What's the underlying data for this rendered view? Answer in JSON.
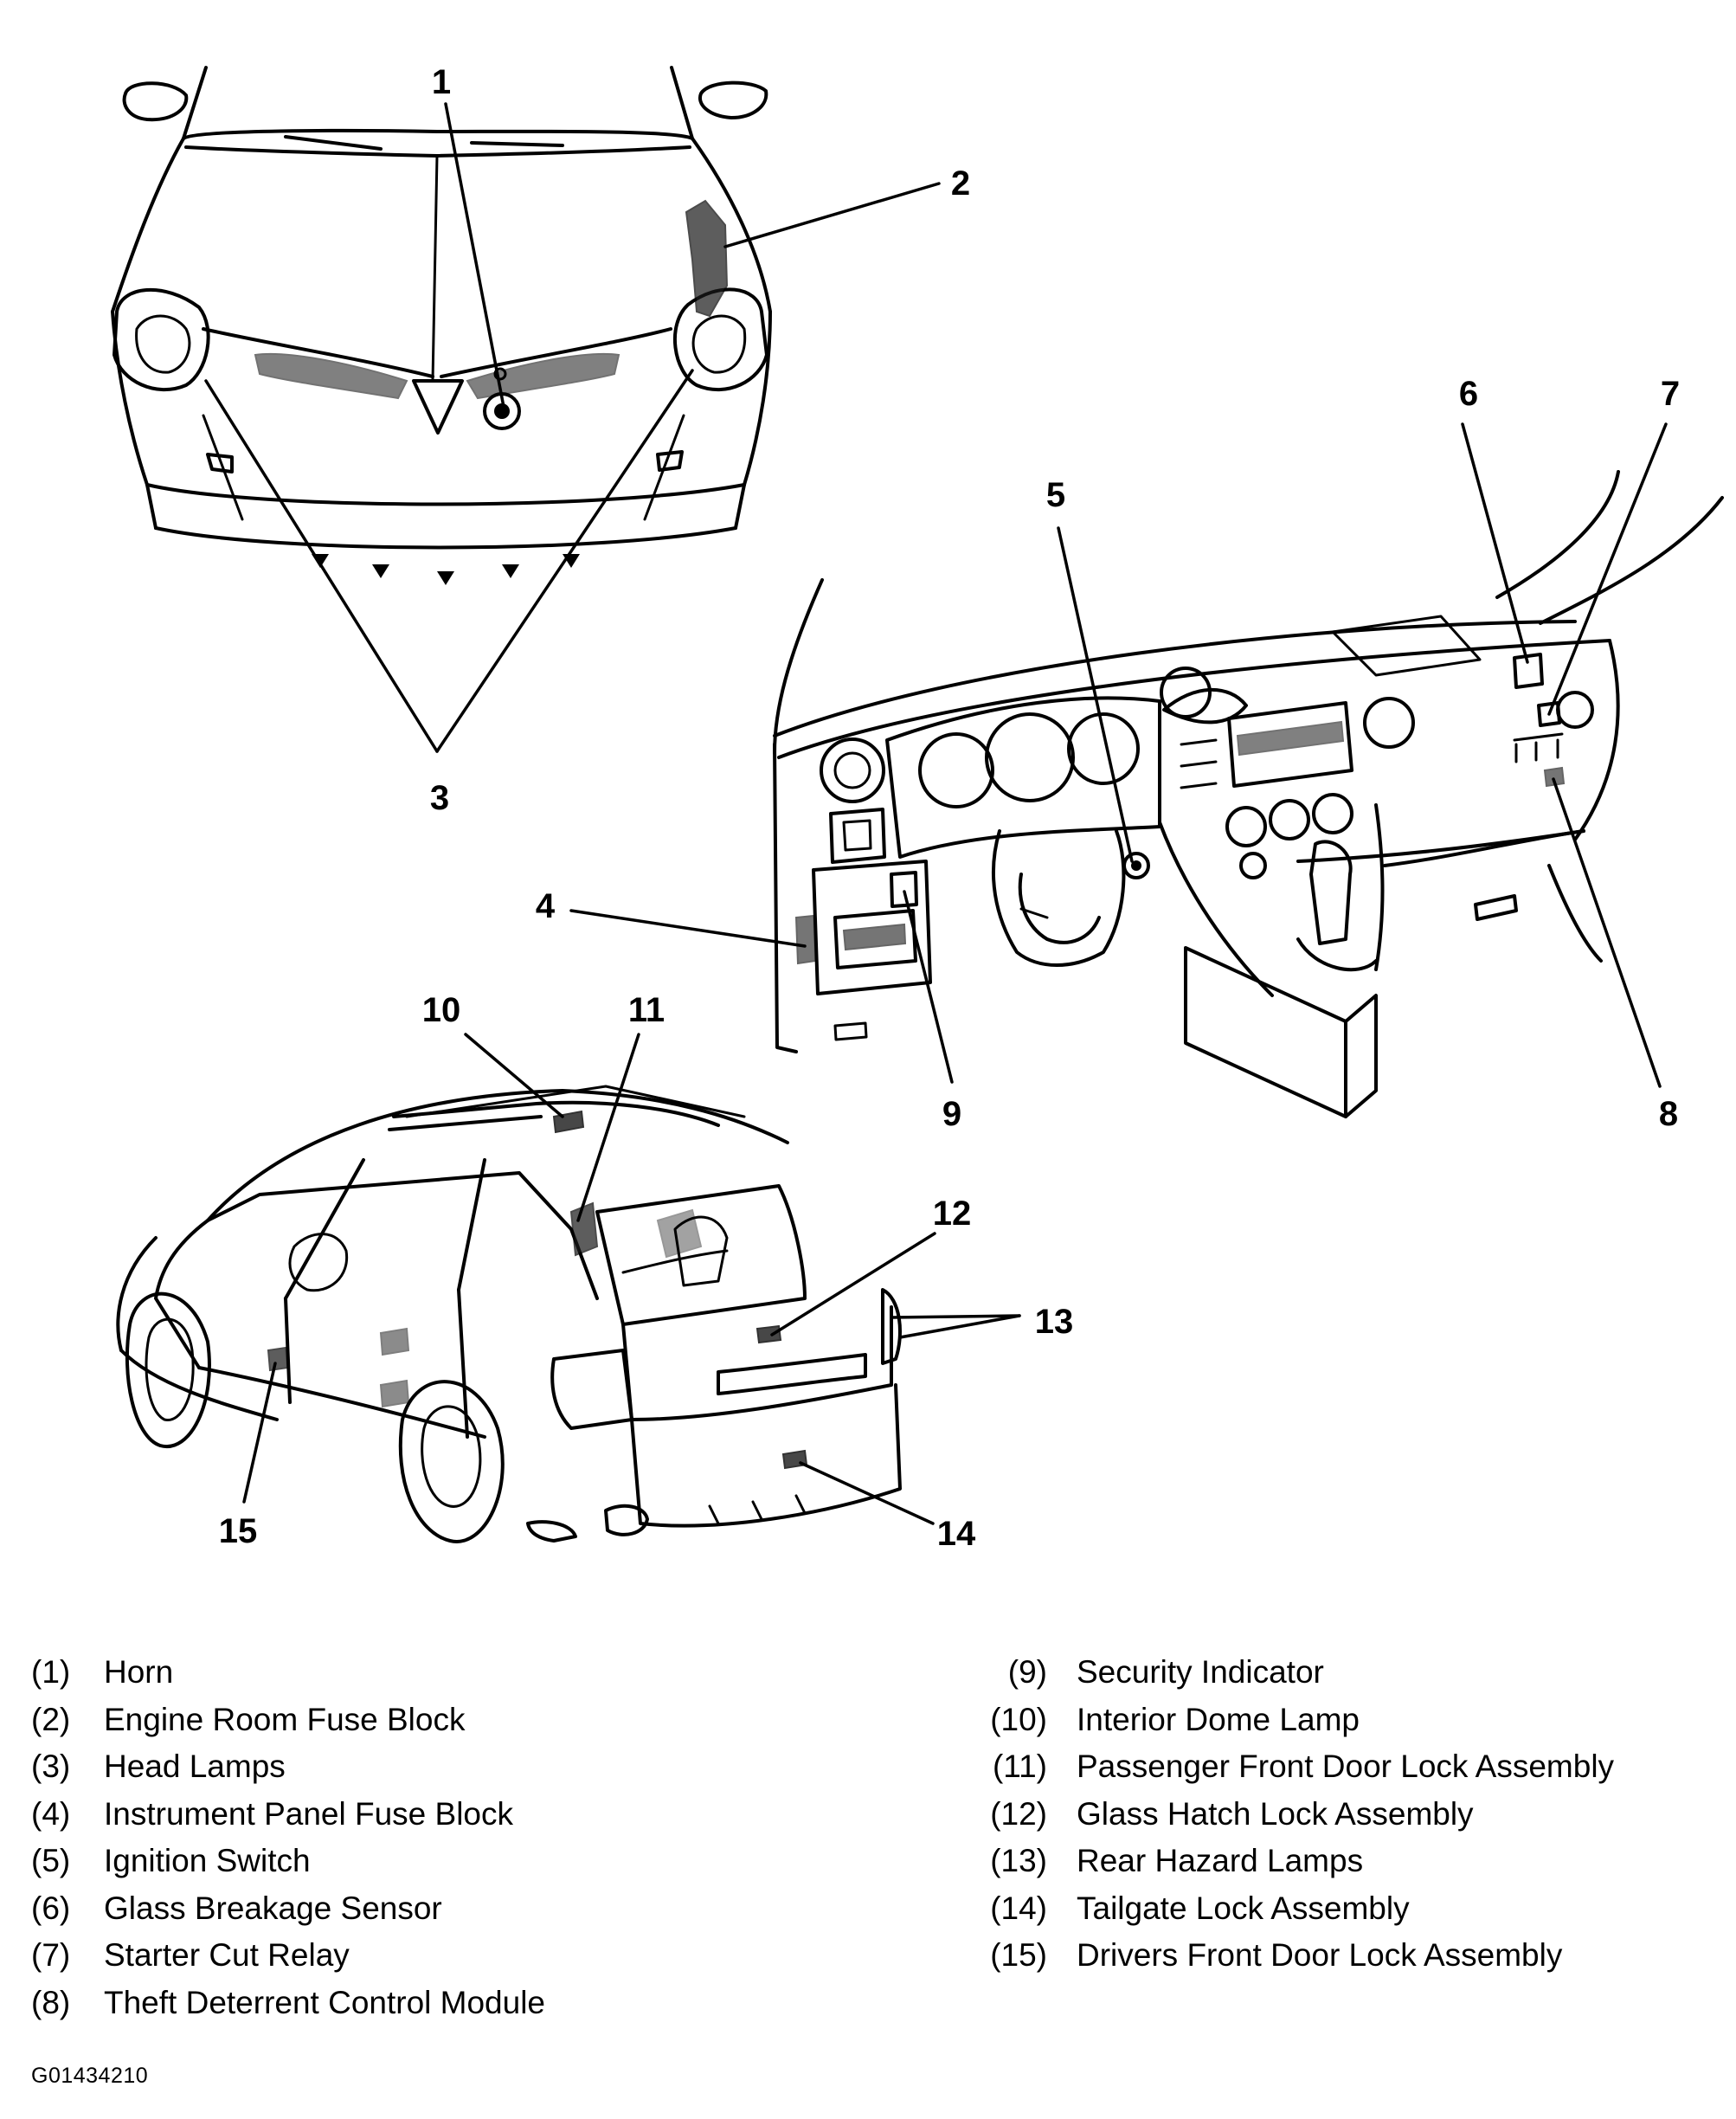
{
  "callouts": [
    "1",
    "2",
    "3",
    "4",
    "5",
    "6",
    "7",
    "8",
    "9",
    "10",
    "11",
    "12",
    "13",
    "14",
    "15"
  ],
  "legend_left": [
    {
      "num": "(1)",
      "label": "Horn"
    },
    {
      "num": "(2)",
      "label": "Engine Room Fuse Block"
    },
    {
      "num": "(3)",
      "label": "Head Lamps"
    },
    {
      "num": "(4)",
      "label": "Instrument Panel Fuse Block"
    },
    {
      "num": "(5)",
      "label": "Ignition Switch"
    },
    {
      "num": "(6)",
      "label": "Glass Breakage Sensor"
    },
    {
      "num": "(7)",
      "label": "Starter Cut Relay"
    },
    {
      "num": "(8)",
      "label": "Theft Deterrent Control Module"
    }
  ],
  "legend_right": [
    {
      "num": "(9)",
      "label": "Security Indicator"
    },
    {
      "num": "(10)",
      "label": "Interior Dome Lamp"
    },
    {
      "num": "(11)",
      "label": "Passenger Front Door Lock Assembly"
    },
    {
      "num": "(12)",
      "label": "Glass Hatch Lock Assembly"
    },
    {
      "num": "(13)",
      "label": "Rear Hazard Lamps"
    },
    {
      "num": "(14)",
      "label": "Tailgate Lock Assembly"
    },
    {
      "num": "(15)",
      "label": "Drivers Front Door Lock Assembly"
    }
  ],
  "figure_code": "G01434210"
}
